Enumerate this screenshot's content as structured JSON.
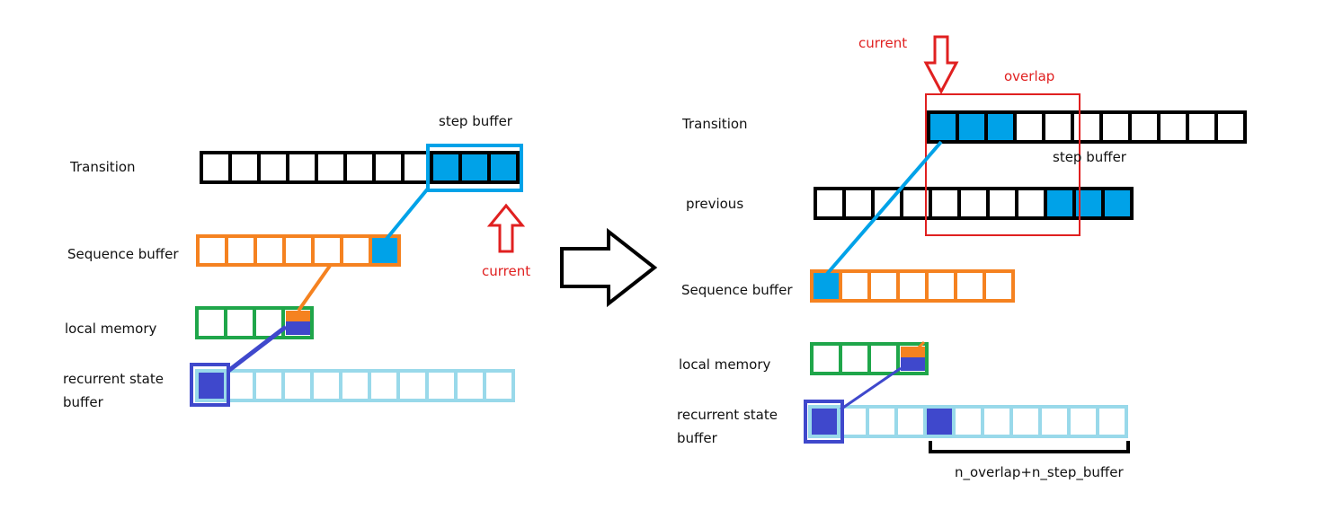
{
  "colors": {
    "black": "#000000",
    "orange": "#f58220",
    "green": "#1fa64a",
    "light_blue": "#99d9ea",
    "cyan_fill": "#00a2e8",
    "blue_fill": "#3f48cc",
    "red": "#e02020"
  },
  "left": {
    "labels": {
      "transition": "Transition",
      "step_buffer": "step buffer",
      "sequence_buffer": "Sequence buffer",
      "local_memory": "local memory",
      "recurrent_state_line1": "recurrent state",
      "recurrent_state_line2": "buffer",
      "current": "current"
    }
  },
  "right": {
    "labels": {
      "current": "current",
      "overlap": "overlap",
      "transition": "Transition",
      "step_buffer": "step buffer",
      "previous": "previous",
      "sequence_buffer": "Sequence buffer",
      "local_memory": "local memory",
      "recurrent_state_line1": "recurrent state",
      "recurrent_state_line2": "buffer",
      "brace_label": "n_overlap+n_step_buffer"
    }
  },
  "icons": {
    "up_arrow": "up-arrow-icon",
    "down_arrow": "down-arrow-icon",
    "big_right_arrow": "right-arrow-icon"
  }
}
